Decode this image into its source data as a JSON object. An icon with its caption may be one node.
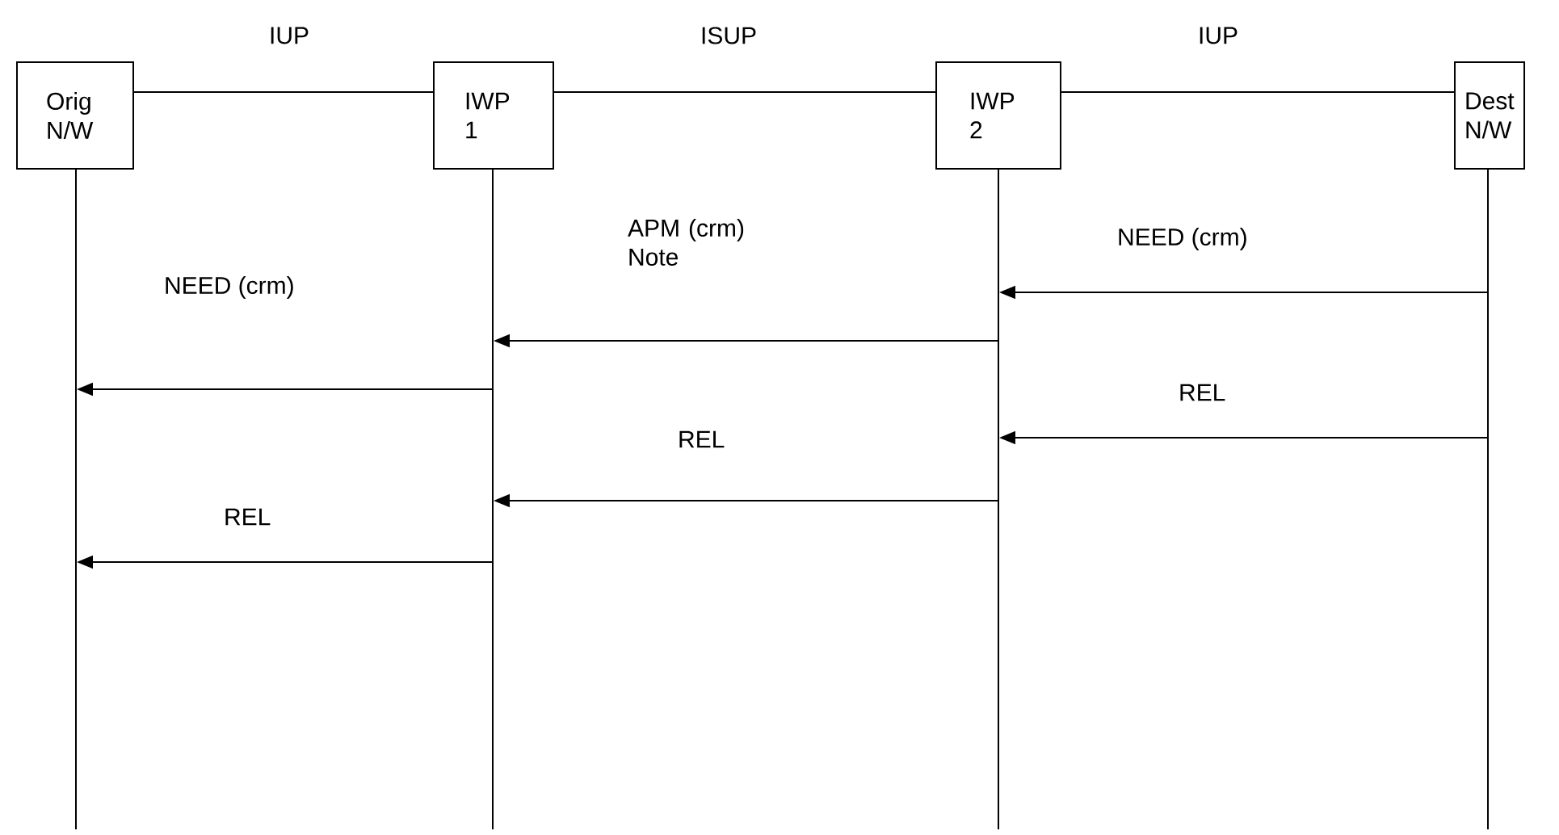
{
  "diagram": {
    "nodes": [
      {
        "text": [
          "Orig N/W"
        ]
      },
      {
        "text": [
          "IWP 1"
        ]
      },
      {
        "text": [
          "IWP 2"
        ]
      },
      {
        "text": [
          "Dest N/W"
        ]
      },
      {
        "text": [],
        "shape": "line"
      },
      {
        "text": [],
        "shape": "line"
      },
      {
        "text": [],
        "shape": "line"
      },
      {
        "text": [],
        "shape": "line"
      }
    ],
    "edges": [
      {
        "from": 0,
        "to": 1,
        "arrow": "none",
        "label": "IUP"
      },
      {
        "from": 1,
        "to": 2,
        "arrow": "none",
        "label": "ISUP"
      },
      {
        "from": 2,
        "to": 3,
        "arrow": "none",
        "label": "IUP"
      },
      {
        "from": 7,
        "to": 6,
        "arrow": "to",
        "label": "NEED (crm)"
      },
      {
        "from": 6,
        "to": 5,
        "arrow": "to",
        "label": "APM (crm) Note"
      },
      {
        "from": 5,
        "to": 4,
        "arrow": "to",
        "label": "NEED (crm)"
      },
      {
        "from": 7,
        "to": 6,
        "arrow": "to",
        "label": "REL"
      },
      {
        "from": 6,
        "to": 5,
        "arrow": "to",
        "label": "REL"
      },
      {
        "from": 5,
        "to": 4,
        "arrow": "to",
        "label": "REL"
      }
    ]
  }
}
